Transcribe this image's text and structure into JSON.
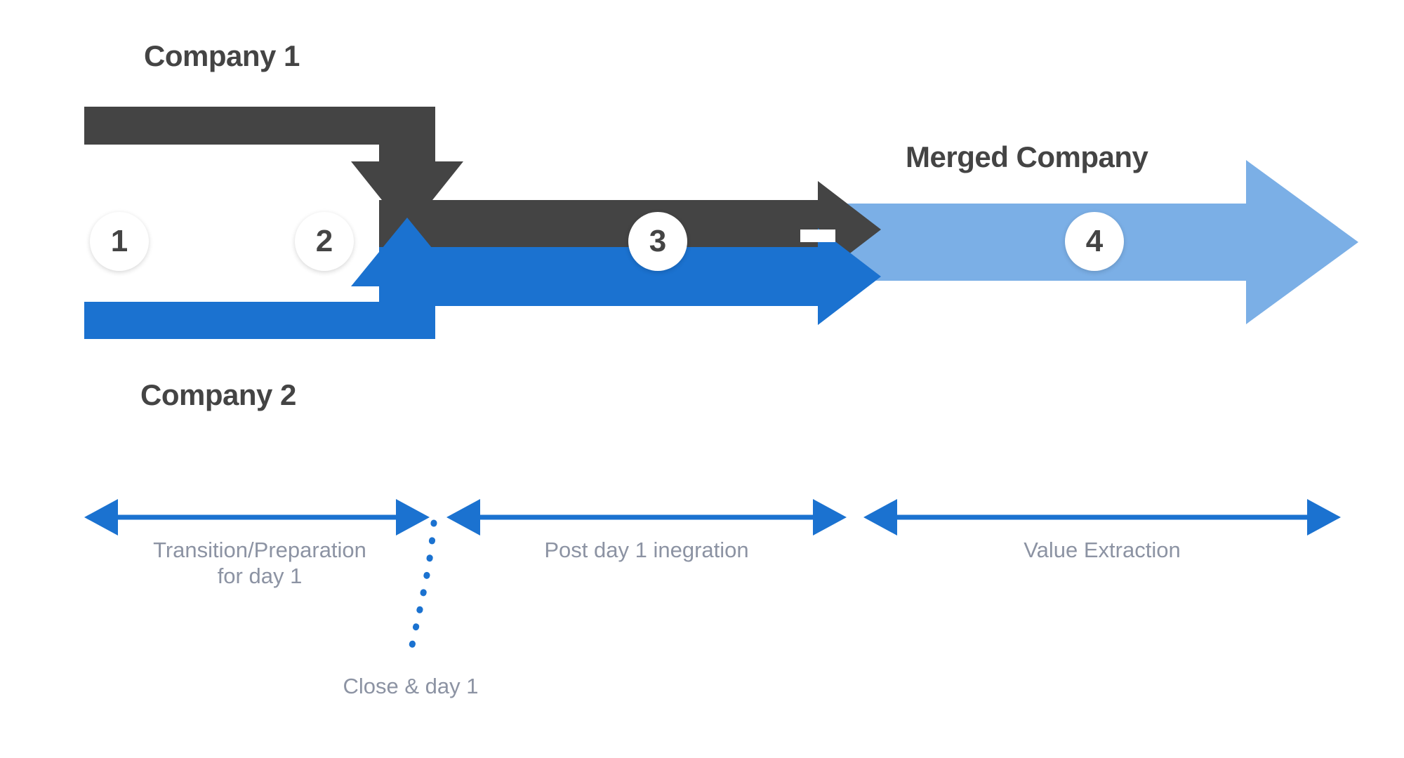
{
  "diagram": {
    "title_labels": {
      "company_1": "Company 1",
      "company_2": "Company 2",
      "merged_company": "Merged Company"
    },
    "step_badges": [
      {
        "number": "1"
      },
      {
        "number": "2"
      },
      {
        "number": "3"
      },
      {
        "number": "4"
      }
    ],
    "timeline": {
      "phases": [
        {
          "label": "Transition/Preparation\nfor day 1",
          "line1": "Transition/Preparation",
          "line2": "for day 1"
        },
        {
          "label": "Post day 1 inegration",
          "line1": "Post day 1 inegration",
          "line2": ""
        },
        {
          "label": "Value Extraction",
          "line1": "Value Extraction",
          "line2": ""
        }
      ],
      "milestone": "Close & day 1"
    },
    "colors": {
      "dark_arrow": "#444444",
      "blue_arrow": "#1B72D0",
      "light_blue_arrow": "#7BAFE6",
      "timeline_arrow": "#1B72D0",
      "phase_text": "#8c93a3",
      "title_text": "#444444",
      "badge_background": "#ffffff",
      "page_background": "#ffffff"
    }
  }
}
